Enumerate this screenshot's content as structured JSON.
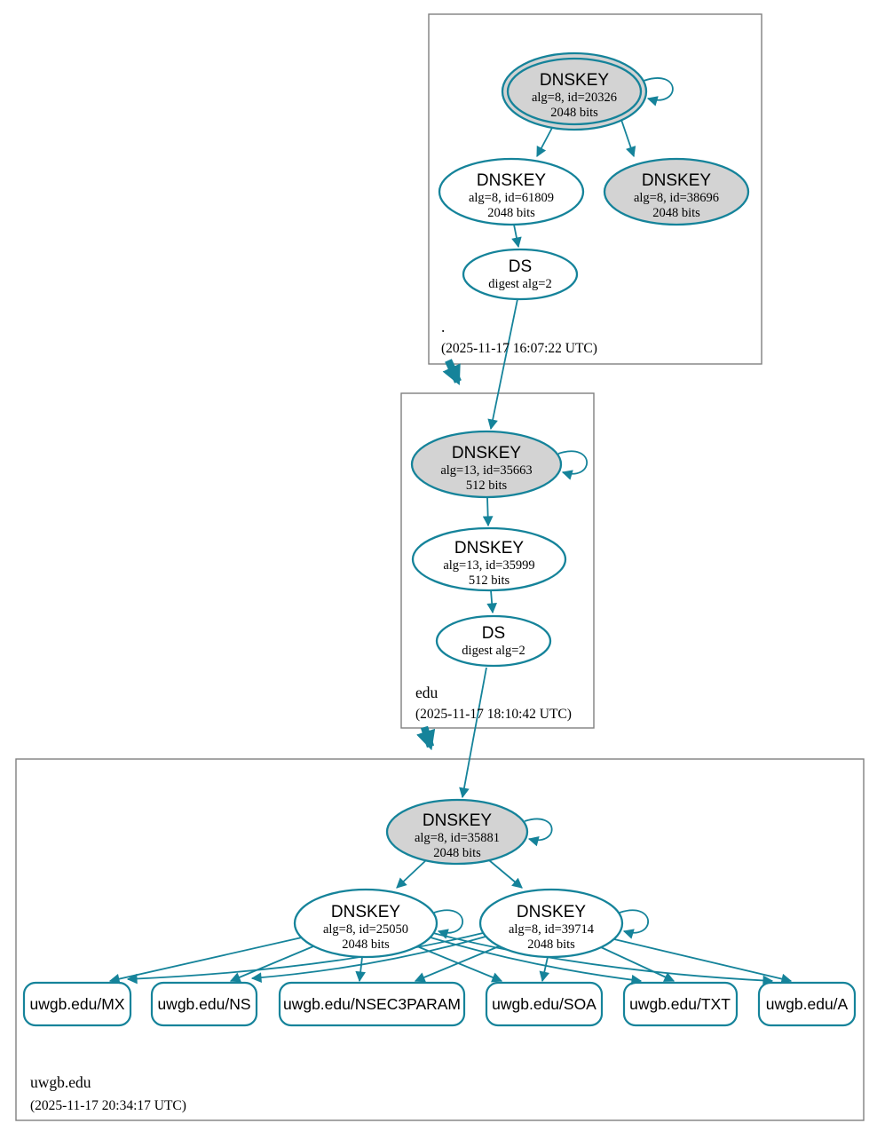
{
  "colors": {
    "edge": "#15839a",
    "kskfill": "#d3d3d3",
    "nodefill": "#ffffff",
    "boxborder": "#7f7f7f",
    "text": "#000000"
  },
  "diagram": {
    "zones": [
      {
        "name": ".",
        "timestamp": "(2025-11-17 16:07:22 UTC)",
        "nodes": {
          "ksk": {
            "label": "DNSKEY",
            "detail": "alg=8, id=20326",
            "bits": "2048 bits"
          },
          "zsk": {
            "label": "DNSKEY",
            "detail": "alg=8, id=61809",
            "bits": "2048 bits"
          },
          "standby": {
            "label": "DNSKEY",
            "detail": "alg=8, id=38696",
            "bits": "2048 bits"
          },
          "ds": {
            "label": "DS",
            "detail": "digest alg=2"
          }
        }
      },
      {
        "name": "edu",
        "timestamp": "(2025-11-17 18:10:42 UTC)",
        "nodes": {
          "ksk": {
            "label": "DNSKEY",
            "detail": "alg=13, id=35663",
            "bits": "512 bits"
          },
          "zsk": {
            "label": "DNSKEY",
            "detail": "alg=13, id=35999",
            "bits": "512 bits"
          },
          "ds": {
            "label": "DS",
            "detail": "digest alg=2"
          }
        }
      },
      {
        "name": "uwgb.edu",
        "timestamp": "(2025-11-17 20:34:17 UTC)",
        "nodes": {
          "ksk": {
            "label": "DNSKEY",
            "detail": "alg=8, id=35881",
            "bits": "2048 bits"
          },
          "zsk1": {
            "label": "DNSKEY",
            "detail": "alg=8, id=25050",
            "bits": "2048 bits"
          },
          "zsk2": {
            "label": "DNSKEY",
            "detail": "alg=8, id=39714",
            "bits": "2048 bits"
          }
        },
        "rrsets": [
          {
            "label": "uwgb.edu/MX"
          },
          {
            "label": "uwgb.edu/NS"
          },
          {
            "label": "uwgb.edu/NSEC3PARAM"
          },
          {
            "label": "uwgb.edu/SOA"
          },
          {
            "label": "uwgb.edu/TXT"
          },
          {
            "label": "uwgb.edu/A"
          }
        ]
      }
    ]
  }
}
